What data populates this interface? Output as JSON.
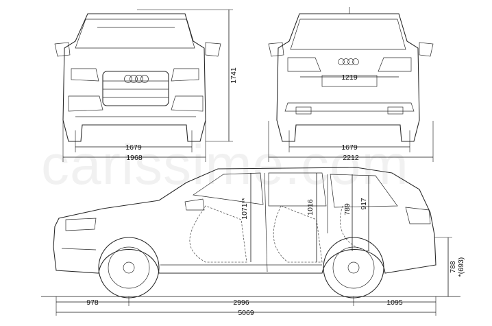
{
  "watermark": "carissime.com",
  "brand_rings": 4,
  "dimensions": {
    "front_height": "1741",
    "front_track": "1679",
    "front_width": "1968",
    "rear_inner_width": "1219",
    "rear_track": "1679",
    "rear_width": "2212",
    "front_headroom": "1071**",
    "rear_headroom": "1016",
    "boot_height_a": "789",
    "boot_height_b": "917",
    "front_overhang": "978",
    "wheelbase": "2996",
    "rear_overhang": "1095",
    "total_length": "5069",
    "load_sill": "788",
    "load_sill_alt": "*(693)"
  }
}
